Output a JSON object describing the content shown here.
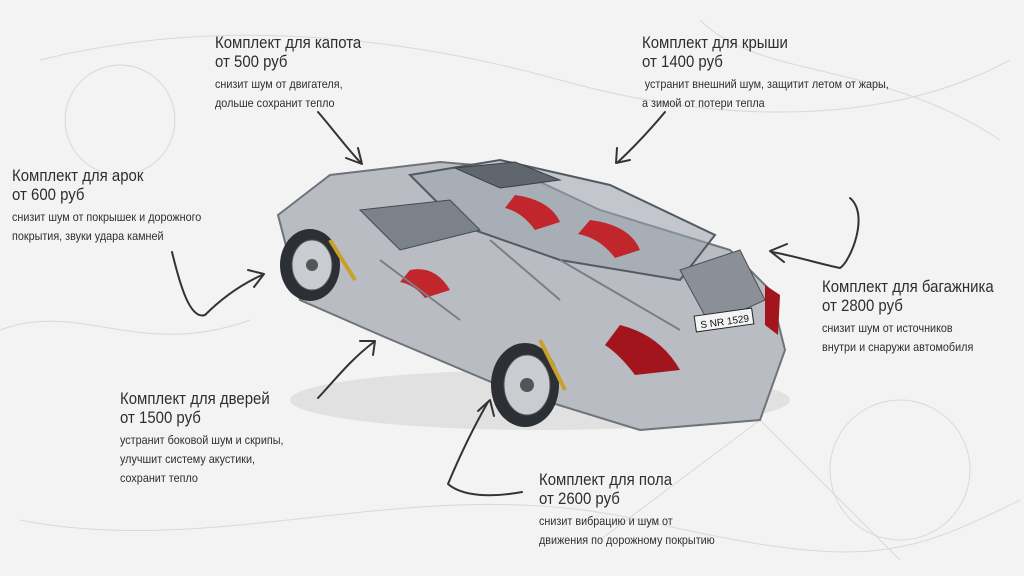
{
  "kits": {
    "hood": {
      "title": "Комплект для капота",
      "price": "от 500 руб",
      "desc": [
        "снизит шум от двигателя,",
        "дольше сохранит тепло"
      ]
    },
    "roof": {
      "title": "Комплект для крыши",
      "price": "от 1400 руб",
      "desc": [
        "устранит внешний шум, защитит летом от жары,",
        "а зимой от потери тепла"
      ]
    },
    "arches": {
      "title": "Комплект для арок",
      "price": "от 600 руб",
      "desc": [
        "снизит шум от покрышек и дорожного",
        "покрытия, звуки удара камней"
      ]
    },
    "trunk": {
      "title": "Комплект для багажника",
      "price": "от 2800 руб",
      "desc": [
        "снизит шум от источников",
        "внутри и снаружи автомобиля"
      ]
    },
    "doors": {
      "title": "Комплект для дверей",
      "price": "от 1500 руб",
      "desc": [
        "устранит боковой шум и скрипы,",
        "улучшит систему акустики,",
        "сохранит тепло"
      ]
    },
    "floor": {
      "title": "Комплект для пола",
      "price": "от 2600 руб",
      "desc": [
        "снизит вибрацию и шум от",
        "движения по дорожному покрытию"
      ]
    }
  },
  "car": {
    "plate": "S NR 1529",
    "body_color": "#b9bcc2",
    "seat_color": "#c0262b",
    "tail_light_color": "#a3151c"
  },
  "colors": {
    "background": "#f3f3f3",
    "text": "#2e2e2e",
    "arrow": "#333333"
  }
}
